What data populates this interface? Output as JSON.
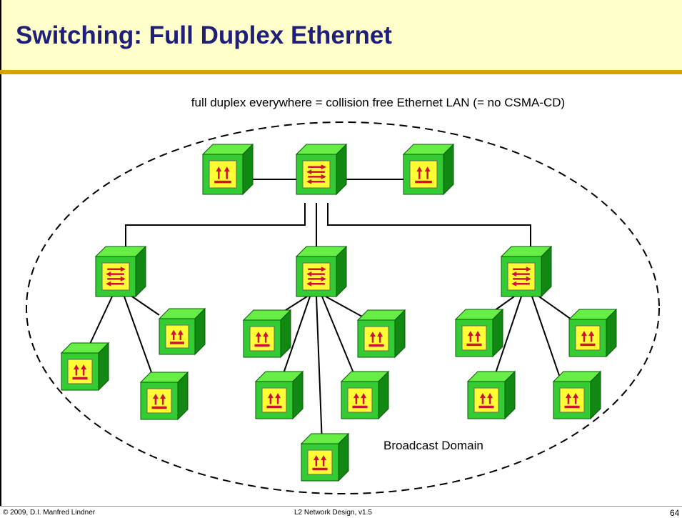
{
  "header": {
    "title": "Switching: Full Duplex Ethernet"
  },
  "diagram": {
    "subtitle": "full duplex everywhere  = collision free Ethernet LAN (= no CSMA-CD)",
    "region_label": "Broadcast Domain",
    "colors": {
      "cube_front": "#33CC33",
      "cube_side": "#118811",
      "cube_top": "#66EE44",
      "panel": "#FFFF33",
      "arrows": "#CC1133",
      "title_bg": "#FFFFCC",
      "title_text": "#1F1F7A",
      "title_rule": "#D9A200"
    },
    "icons": {
      "switch": "switch-icon",
      "station": "station-icon"
    }
  },
  "footer": {
    "copyright": "© 2009, D.I. Manfred Lindner",
    "course": "L2 Network Design, v1.5",
    "page": "64"
  }
}
